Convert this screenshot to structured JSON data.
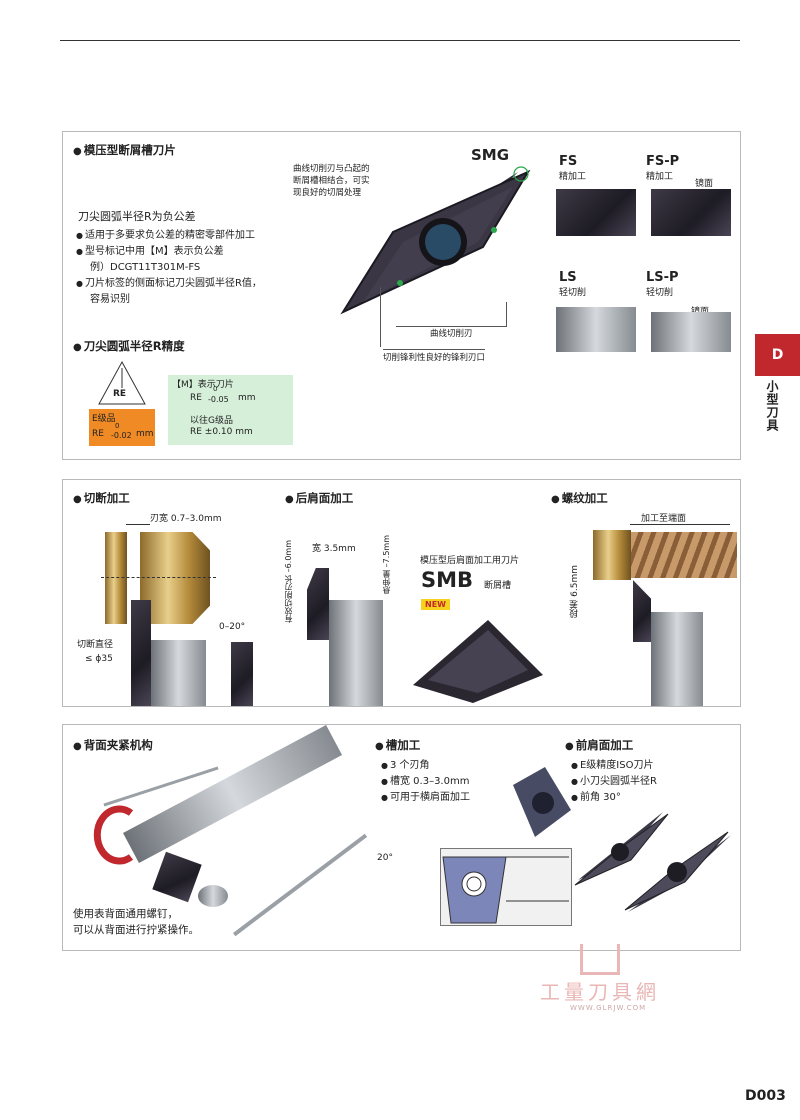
{
  "page": {
    "number": "D003",
    "side_tab_letter": "D",
    "side_tab_text": "小型刀具"
  },
  "panel1": {
    "title_molded": "模压型断屑槽刀片",
    "subtitle_negative": "刀尖圆弧半径R为负公差",
    "bullets": [
      "适用于多要求负公差的精密零部件加工",
      "型号标记中用【M】表示负公差",
      "例）DCGT11T301M-FS",
      "刀片标签的侧面标记刀尖圆弧半径R值，",
      "容易识别"
    ],
    "smg_label": "SMG",
    "callout_top": [
      "曲线切削刃与凸起的",
      "断屑槽相结合，可实",
      "现良好的切屑处理"
    ],
    "callout_curve": "曲线切削刃",
    "callout_edge": "切削锋利性良好的锋利刃口",
    "grades": [
      {
        "code": "FS",
        "sub": "精加工",
        "note": ""
      },
      {
        "code": "FS-P",
        "sub": "精加工",
        "note": "镜面"
      },
      {
        "code": "LS",
        "sub": "轻切削",
        "note": ""
      },
      {
        "code": "LS-P",
        "sub": "轻切削",
        "note": "镜面"
      }
    ],
    "radius_title": "刀尖圆弧半径R精度",
    "re_label": "RE",
    "e_grade_label": "E级品",
    "e_grade_value": "RE",
    "e_tol": [
      "0",
      "-0.02",
      "mm"
    ],
    "m_label": "【M】表示刀片",
    "m_value": "RE",
    "m_tol": [
      "0",
      "-0.05",
      "mm"
    ],
    "g_label": "以往G级品",
    "g_value": "RE ±0.10 mm"
  },
  "panel2": {
    "cutoff_title": "切断加工",
    "cutoff_width": "刃宽 0.7–3.0mm",
    "cutoff_dia": [
      "切断直径",
      "≤ ϕ35"
    ],
    "cutoff_angle": "0–20°",
    "back_title": "后肩面加工",
    "back_width": "宽 3.5mm",
    "back_len": "有效切削刃长 –6.0mm",
    "back_overhang": "悬伸量 –7.5mm",
    "smb_caption": "模压型后肩面加工用刀片",
    "smb_label": "SMB",
    "smb_sub": "断屑槽",
    "new_badge": "NEW",
    "thread_title": "螺纹加工",
    "thread_end": "加工至端面",
    "thread_step": "段差 6.5mm"
  },
  "panel3": {
    "clamp_title": "背面夹紧机构",
    "clamp_note": [
      "使用表背面通用螺钉，",
      "可以从背面进行拧紧操作。"
    ],
    "groove_title": "槽加工",
    "groove_bullets": [
      "3 个刃角",
      "槽宽 0.3–3.0mm",
      "可用于横肩面加工"
    ],
    "groove_angle": "20°",
    "front_title": "前肩面加工",
    "front_bullets": [
      "E级精度ISO刀片",
      "小刀尖圆弧半径R",
      "前角 30°"
    ]
  },
  "watermark": {
    "text": "工量刀具網",
    "url": "WWW.GLRJW.COM"
  },
  "colors": {
    "accent_red": "#c0282d",
    "e_grade_orange": "#f08a24",
    "m_box_green": "#d6efd9",
    "callout_green": "#2aa84a"
  }
}
